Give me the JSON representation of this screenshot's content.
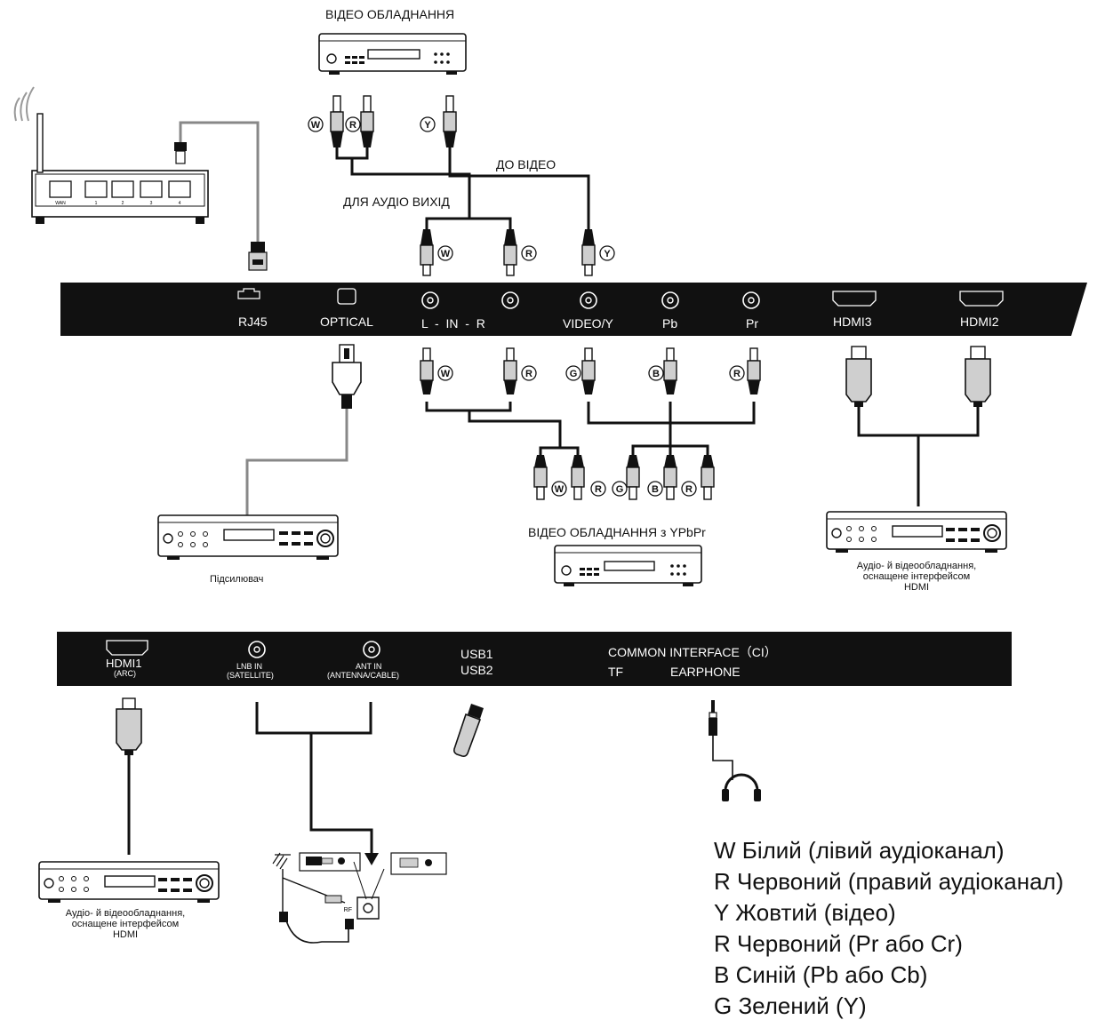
{
  "top_panel": {
    "ports": {
      "rj45": "RJ45",
      "optical": "OPTICAL",
      "audio_in": "L  -  IN  -  R",
      "video_y": "VIDEO/Y",
      "pb": "Pb",
      "pr": "Pr",
      "hdmi3": "HDMI3",
      "hdmi2": "HDMI2"
    }
  },
  "bottom_panel": {
    "ports": {
      "hdmi1": "HDMI1",
      "hdmi1_sub": "(ARC)",
      "lnb": "LNB IN",
      "lnb_sub": "(SATELLITE)",
      "ant": "ANT IN",
      "ant_sub": "(ANTENNA/CABLE)",
      "usb1": "USB1",
      "usb2": "USB2",
      "ci": "COMMON  INTERFACE（CI）",
      "tf": "TF",
      "earphone": "EARPHONE"
    }
  },
  "captions": {
    "video_equipment_top": "ВІДЕО ОБЛАДНАННЯ",
    "to_video": "ДО ВІДЕО",
    "for_audio_out": "ДЛЯ АУДІО ВИХІД",
    "amplifier": "Підсилювач",
    "video_equipment_ypbpr": "ВІДЕО ОБЛАДНАННЯ з YPbPr",
    "hdmi_equipment_right": [
      "Аудіо- й відеообладнання,",
      "оснащене інтерфейсом",
      "HDMI"
    ],
    "hdmi_equipment_left": [
      "Аудіо- й відеообладнання,",
      "оснащене інтерфейсом",
      "HDMI"
    ]
  },
  "router_ports": [
    "WAN",
    "1",
    "2",
    "3",
    "4"
  ],
  "antenna_small_labels": {
    "rf": "RF"
  },
  "legend": [
    "W Білий (лівий аудіоканал)",
    "R Червоний (правий аудіоканал)",
    "Y Жовтий (відео)",
    "R Червоний (Pr або Cr)",
    "B Синій (Pb або Cb)",
    "G Зелений (Y)"
  ],
  "colors": {
    "panel": "#111111",
    "cable": "#111111",
    "optical_cable": "#8a8a8a",
    "plug_fill": "#d0d0d0"
  }
}
